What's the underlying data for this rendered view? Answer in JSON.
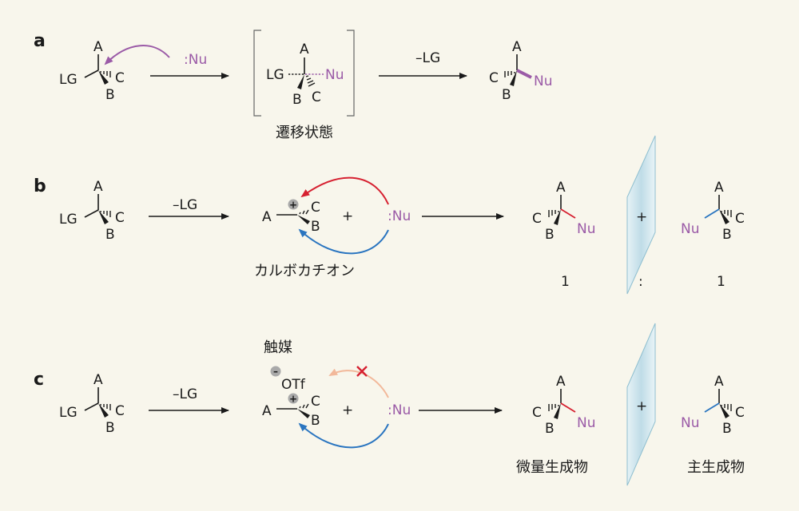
{
  "rows": {
    "a": {
      "label": "a",
      "reactant": {
        "A": "A",
        "LG": "LG",
        "B": "B",
        "C": "C"
      },
      "nucleophile": ":Nu",
      "ts": {
        "A": "A",
        "LG": "LG",
        "Nu": "Nu",
        "B": "B",
        "C": "C"
      },
      "ts_caption": "遷移状態",
      "step2": "–LG",
      "product": {
        "A": "A",
        "C": "C",
        "B": "B",
        "Nu": "Nu"
      }
    },
    "b": {
      "label": "b",
      "reactant": {
        "A": "A",
        "LG": "LG",
        "B": "B",
        "C": "C"
      },
      "step1": "–LG",
      "cation": {
        "A": "A",
        "C": "C",
        "B": "B",
        "charge": "+"
      },
      "plus": "+",
      "nucleophile": ":Nu",
      "cation_caption": "カルボカチオン",
      "product1": {
        "A": "A",
        "C": "C",
        "B": "B",
        "Nu": "Nu"
      },
      "mirror_plus": "+",
      "product2": {
        "A": "A",
        "Nu": "Nu",
        "C": "C",
        "B": "B"
      },
      "ratio_left": "1",
      "ratio_sep": ":",
      "ratio_right": "1"
    },
    "c": {
      "label": "c",
      "catalyst_label": "触媒",
      "counterion": "OTf",
      "counter_charge": "–",
      "reactant": {
        "A": "A",
        "LG": "LG",
        "B": "B",
        "C": "C"
      },
      "step1": "–LG",
      "cation": {
        "A": "A",
        "C": "C",
        "B": "B",
        "charge": "+"
      },
      "plus": "+",
      "nucleophile": ":Nu",
      "product1": {
        "A": "A",
        "C": "C",
        "B": "B",
        "Nu": "Nu"
      },
      "mirror_plus": "+",
      "product2": {
        "A": "A",
        "Nu": "Nu",
        "C": "C",
        "B": "B"
      },
      "minor_caption": "微量生成物",
      "major_caption": "主生成物"
    }
  },
  "colors": {
    "background": "#f8f6ec",
    "nucleophile": "#9b5ba7",
    "front_attack": "#d62030",
    "back_attack": "#2a75c0",
    "blocked_attack": "#f2b89a",
    "blocked_x": "#d62030",
    "mirror": "#cfe6ee"
  }
}
